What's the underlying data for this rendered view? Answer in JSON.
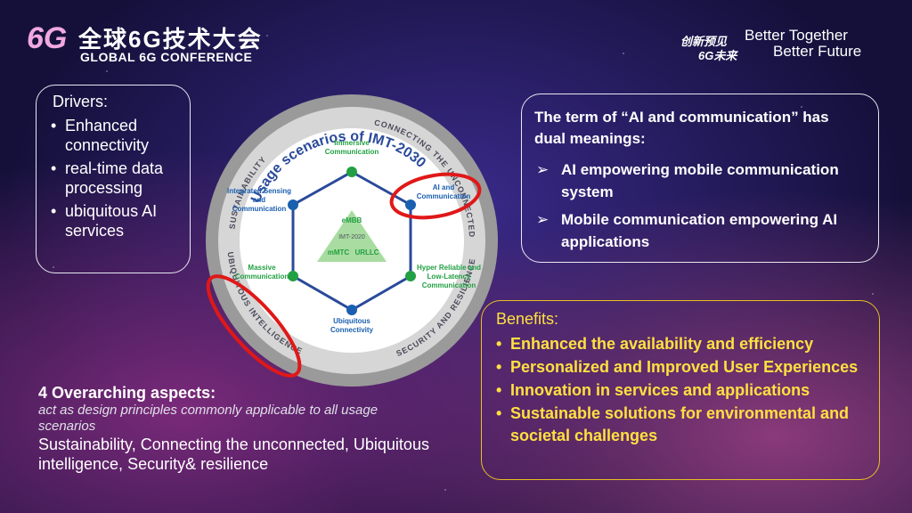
{
  "logo": {
    "mark": "6G",
    "cn": "全球6G技术大会",
    "en": "GLOBAL 6G CONFERENCE"
  },
  "slogan": {
    "cn_line1": "创新预见",
    "cn_line2": "6G未来",
    "en_line1": "Better Together",
    "en_line2": "Better Future"
  },
  "drivers": {
    "title": "Drivers:",
    "items": [
      "Enhanced connectivity",
      "real-time data processing",
      "ubiquitous AI services"
    ]
  },
  "term": {
    "title": "The term of “AI and communication” has dual meanings:",
    "items": [
      "AI empowering mobile communication system",
      "Mobile communication empowering AI applications"
    ]
  },
  "benefits": {
    "title": "Benefits:",
    "items": [
      "Enhanced the availability and efficiency",
      "Personalized and Improved User Experiences",
      "Innovation in services and applications",
      "Sustainable solutions for environmental and societal challenges"
    ]
  },
  "aspects": {
    "title": "4 Overarching aspects:",
    "subtitle": "act as design principles commonly applicable to all usage scenarios",
    "list": "Sustainability, Connecting the unconnected, Ubiquitous intelligence, Security& resilience"
  },
  "diagram": {
    "title": "Usage scenarios of IMT-2030",
    "ring": {
      "sustainability": "SUSTAINABILITY",
      "connecting": "CONNECTING THE UNCONNECTED",
      "ubiquitous": "UBIQUITOUS INTELLIGENCE",
      "security": "SECURITY AND RESILIENCE"
    },
    "nodes": {
      "immersive": "Immersive Communication",
      "ai": "AI and Communication",
      "hrllc": "Hyper Reliable and Low-Latency Communication",
      "ubiq": "Ubiquitous Connectivity",
      "massive": "Massive Communication",
      "isac": "Integrated Sensing and Communication"
    },
    "triangle": {
      "embb": "eMBB",
      "imt": "IMT-2020",
      "mmtc": "mMTC",
      "urllc": "URLLC"
    },
    "colors": {
      "green": "#22a043",
      "blue": "#1a5fb0",
      "hex": "#2a4a9a",
      "highlight": "#e01818"
    }
  }
}
